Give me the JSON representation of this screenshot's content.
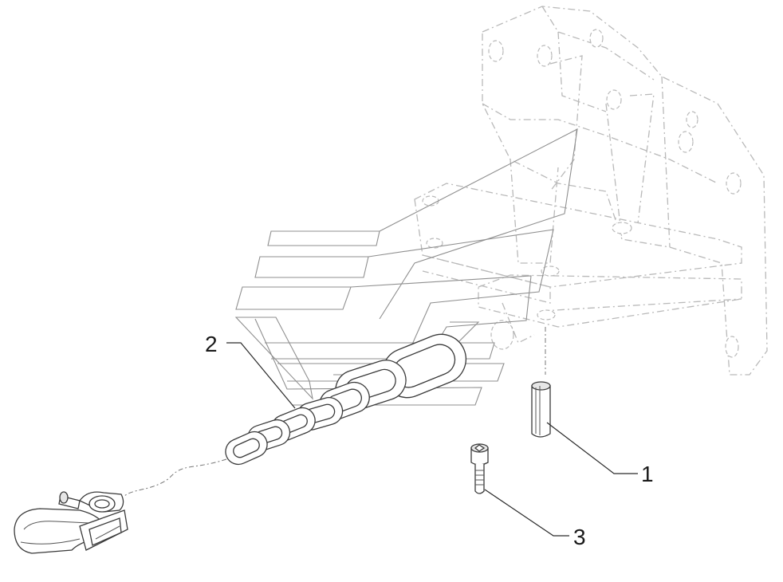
{
  "callouts": [
    {
      "id": "1",
      "label": "1"
    },
    {
      "id": "2",
      "label": "2"
    },
    {
      "id": "3",
      "label": "3"
    }
  ],
  "parts": {
    "1": "spring-pin",
    "2": "chain-with-hook",
    "3": "socket-head-bolt"
  },
  "colors": {
    "line": "#3a3a3a",
    "ghost": "#b9b9b9",
    "background": "#ffffff"
  }
}
